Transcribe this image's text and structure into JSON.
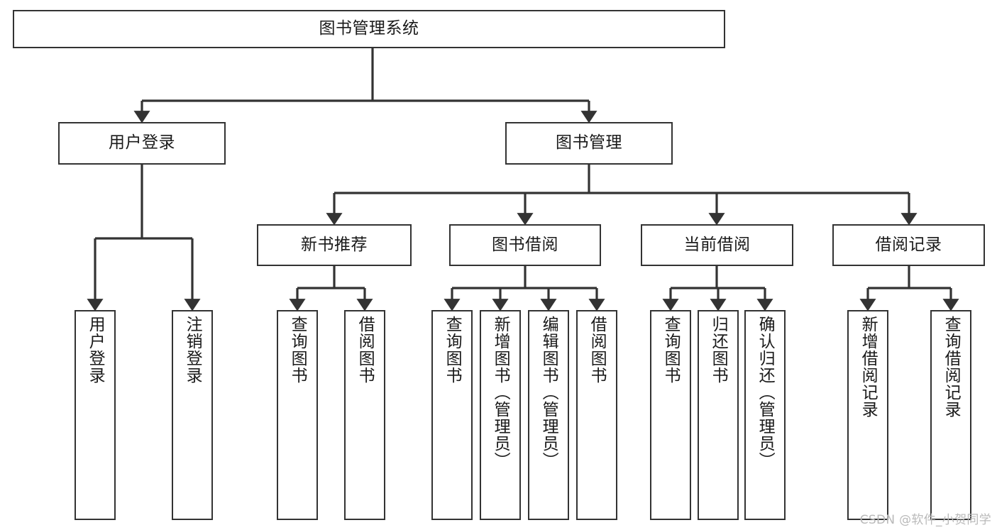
{
  "diagram": {
    "title": "图书管理系统",
    "type": "tree-hierarchy-diagram",
    "background_color": "#ffffff",
    "line_color": "#333333",
    "text_color": "#1a1a1a"
  },
  "watermark": {
    "text": "CSDN @软件_小贺同学",
    "color": "#b9b9b9"
  },
  "nodes": {
    "root": {
      "label": "图书管理系统",
      "level": 1
    },
    "user_login": {
      "label": "用户登录",
      "level": 2
    },
    "book_manage": {
      "label": "图书管理",
      "level": 2
    },
    "new_book_rec": {
      "label": "新书推荐",
      "level": 3
    },
    "book_borrow": {
      "label": "图书借阅",
      "level": 3
    },
    "current_borrow": {
      "label": "当前借阅",
      "level": 3
    },
    "borrow_record": {
      "label": "借阅记录",
      "level": 3
    },
    "leaf_user_login": {
      "label": "用户登录",
      "level": 4
    },
    "leaf_logout": {
      "label": "注销登录",
      "level": 4
    },
    "leaf_query_book_1": {
      "label": "查询图书",
      "level": 4
    },
    "leaf_borrow_book_1": {
      "label": "借阅图书",
      "level": 4
    },
    "leaf_query_book_2": {
      "label": "查询图书",
      "level": 4
    },
    "leaf_add_book": {
      "label": "新增图书（管理员）",
      "level": 4
    },
    "leaf_edit_book": {
      "label": "编辑图书（管理员）",
      "level": 4
    },
    "leaf_borrow_book_2": {
      "label": "借阅图书",
      "level": 4
    },
    "leaf_query_book_3": {
      "label": "查询图书",
      "level": 4
    },
    "leaf_return_book": {
      "label": "归还图书",
      "level": 4
    },
    "leaf_confirm_return": {
      "label": "确认归还（管理员）",
      "level": 4
    },
    "leaf_add_record": {
      "label": "新增借阅记录",
      "level": 4
    },
    "leaf_query_record": {
      "label": "查询借阅记录",
      "level": 4
    }
  },
  "chart_data": {
    "type": "tree",
    "title": "图书管理系统",
    "orientation": "top-down",
    "edge_style": "orthogonal-with-arrowheads",
    "levels": 4,
    "tree": {
      "name": "图书管理系统",
      "children": [
        {
          "name": "用户登录",
          "children": [
            {
              "name": "用户登录",
              "children": []
            },
            {
              "name": "注销登录",
              "children": []
            }
          ]
        },
        {
          "name": "图书管理",
          "children": [
            {
              "name": "新书推荐",
              "children": [
                {
                  "name": "查询图书",
                  "children": []
                },
                {
                  "name": "借阅图书",
                  "children": []
                }
              ]
            },
            {
              "name": "图书借阅",
              "children": [
                {
                  "name": "查询图书",
                  "children": []
                },
                {
                  "name": "新增图书（管理员）",
                  "children": []
                },
                {
                  "name": "编辑图书（管理员）",
                  "children": []
                },
                {
                  "name": "借阅图书",
                  "children": []
                }
              ]
            },
            {
              "name": "当前借阅",
              "children": [
                {
                  "name": "查询图书",
                  "children": []
                },
                {
                  "name": "归还图书",
                  "children": []
                },
                {
                  "name": "确认归还（管理员）",
                  "children": []
                }
              ]
            },
            {
              "name": "借阅记录",
              "children": [
                {
                  "name": "新增借阅记录",
                  "children": []
                },
                {
                  "name": "查询借阅记录",
                  "children": []
                }
              ]
            }
          ]
        }
      ]
    }
  }
}
